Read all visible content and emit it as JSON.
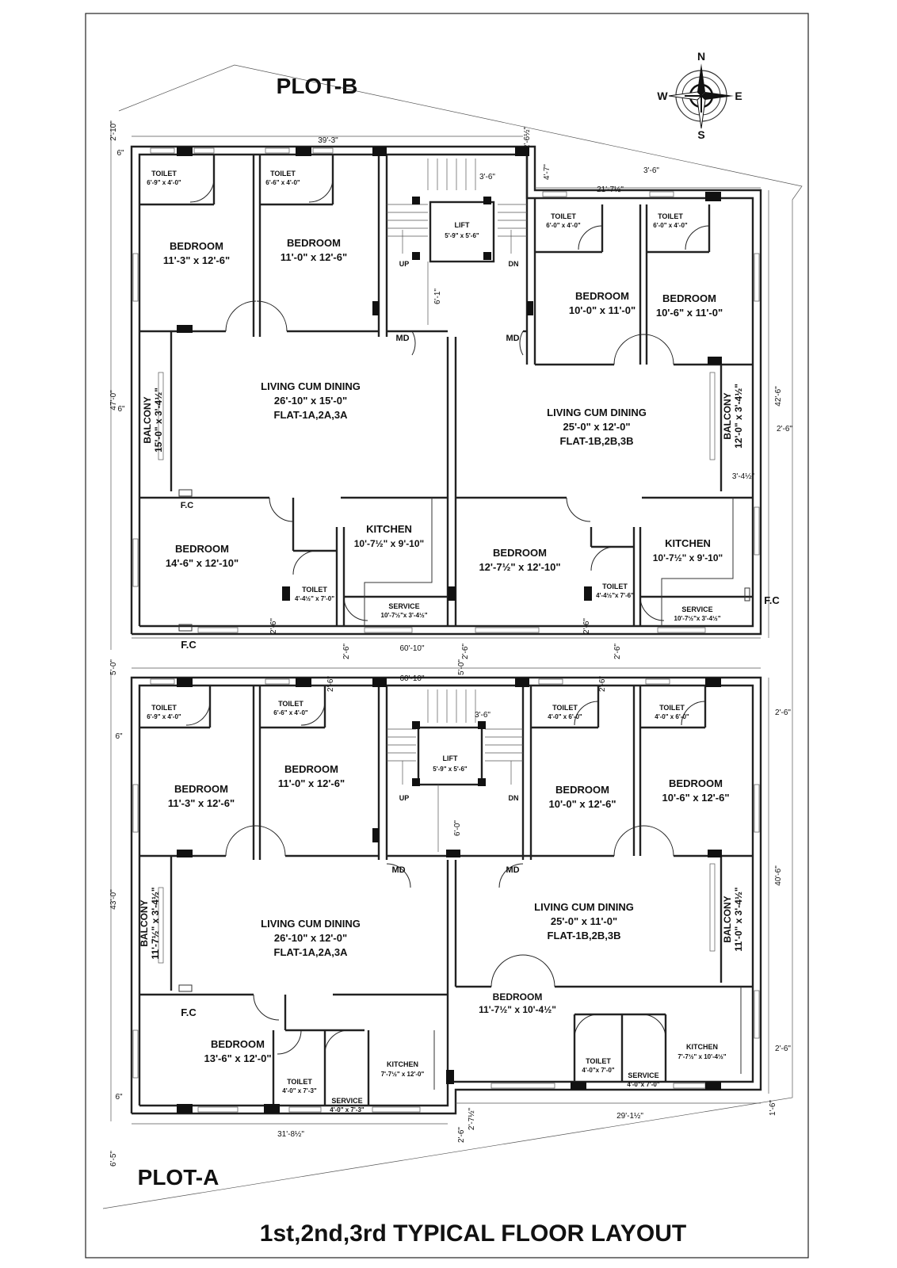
{
  "title": "1st,2nd,3rd TYPICAL FLOOR LAYOUT",
  "plots": {
    "b": "PLOT-B",
    "a": "PLOT-A"
  },
  "compass": {
    "n": "N",
    "s": "S",
    "e": "E",
    "w": "W"
  },
  "stairs": {
    "up": "UP",
    "dn": "DN",
    "md": "MD"
  },
  "fc": "F.C",
  "upper": {
    "toilet_1": {
      "name": "TOILET",
      "size": "6'-9\" x 4'-0\""
    },
    "toilet_2": {
      "name": "TOILET",
      "size": "6'-6\" x 4'-0\""
    },
    "bedroom_1": {
      "name": "BEDROOM",
      "size": "11'-3\" x 12'-6\""
    },
    "bedroom_2": {
      "name": "BEDROOM",
      "size": "11'-0\" x 12'-6\""
    },
    "lift": {
      "name": "LIFT",
      "size": "5'-9\" x 5'-6\""
    },
    "toilet_3": {
      "name": "TOILET",
      "size": "6'-0\" x 4'-0\""
    },
    "toilet_4": {
      "name": "TOILET",
      "size": "6'-0\" x 4'-0\""
    },
    "bedroom_3": {
      "name": "BEDROOM",
      "size": "10'-0\" x 11'-0\""
    },
    "bedroom_4": {
      "name": "BEDROOM",
      "size": "10'-6\" x 11'-0\""
    },
    "living_a": {
      "name": "LIVING CUM DINING",
      "size": "26'-10\" x 15'-0\"",
      "flat": "FLAT-1A,2A,3A"
    },
    "living_b": {
      "name": "LIVING CUM DINING",
      "size": "25'-0\" x 12'-0\"",
      "flat": "FLAT-1B,2B,3B"
    },
    "balcony_a": {
      "name": "BALCONY",
      "size": "15'-0\" x 3'-4½\""
    },
    "balcony_b": {
      "name": "BALCONY",
      "size": "12'-0\" x 3'-4½\""
    },
    "bedroom_5": {
      "name": "BEDROOM",
      "size": "14'-6\" x 12'-10\""
    },
    "kitchen_a": {
      "name": "KITCHEN",
      "size": "10'-7½\" x 9'-10\""
    },
    "toilet_5": {
      "name": "TOILET",
      "size": "4'-4½\" x 7'-0\""
    },
    "service_a": {
      "name": "SERVICE",
      "size": "10'-7½\"x 3'-4½\""
    },
    "bedroom_6": {
      "name": "BEDROOM",
      "size": "12'-7½\" x 12'-10\""
    },
    "kitchen_b": {
      "name": "KITCHEN",
      "size": "10'-7½\" x 9'-10\""
    },
    "toilet_6": {
      "name": "TOILET",
      "size": "4'-4½\"x 7'-6\""
    },
    "service_b": {
      "name": "SERVICE",
      "size": "10'-7½\"x 3'-4½\""
    }
  },
  "lower": {
    "toilet_1": {
      "name": "TOILET",
      "size": "6'-9\" x 4'-0\""
    },
    "toilet_2": {
      "name": "TOILET",
      "size": "6'-6\" x 4'-0\""
    },
    "bedroom_1": {
      "name": "BEDROOM",
      "size": "11'-3\" x 12'-6\""
    },
    "bedroom_2": {
      "name": "BEDROOM",
      "size": "11'-0\" x 12'-6\""
    },
    "lift": {
      "name": "LIFT",
      "size": "5'-9\" x 5'-6\""
    },
    "toilet_3": {
      "name": "TOILET",
      "size": "4'-0\" x 6'-0\""
    },
    "toilet_4": {
      "name": "TOILET",
      "size": "4'-0\" x 6'-0\""
    },
    "bedroom_3": {
      "name": "BEDROOM",
      "size": "10'-0\" x 12'-6\""
    },
    "bedroom_4": {
      "name": "BEDROOM",
      "size": "10'-6\" x 12'-6\""
    },
    "living_a": {
      "name": "LIVING CUM DINING",
      "size": "26'-10\" x 12'-0\"",
      "flat": "FLAT-1A,2A,3A"
    },
    "living_b": {
      "name": "LIVING CUM DINING",
      "size": "25'-0\" x 11'-0\"",
      "flat": "FLAT-1B,2B,3B"
    },
    "balcony_a": {
      "name": "BALCONY",
      "size": "11'-7½\" x 3'-4½\""
    },
    "balcony_b": {
      "name": "BALCONY",
      "size": "11'-0\" x 3'-4½\""
    },
    "bedroom_5": {
      "name": "BEDROOM",
      "size": "13'-6\" x 12'-0\""
    },
    "toilet_5": {
      "name": "TOILET",
      "size": "4'-0\" x 7'-3\""
    },
    "service_a": {
      "name": "SERVICE",
      "size": "4'-0\" x 7'-3\""
    },
    "kitchen_a": {
      "name": "KITCHEN",
      "size": "7'-7½\" x 12'-0\""
    },
    "bedroom_6": {
      "name": "BEDROOM",
      "size": "11'-7½\" x 10'-4½\""
    },
    "toilet_6": {
      "name": "TOILET",
      "size": "4'-0\"x 7'-0\""
    },
    "service_b": {
      "name": "SERVICE",
      "size": "4'-0\"x 7'-0\""
    },
    "kitchen_b": {
      "name": "KITCHEN",
      "size": "7'-7½\" x 10'-4½\""
    }
  },
  "dimensions": {
    "top_width": "39'-3\"",
    "top_setback": "2'-10\"",
    "top_wall": "6\"",
    "stair_gap": "2'-6½\"",
    "b_setback": "4'-7\"",
    "b_width": "21'-7½\"",
    "b_offset": "3'-6\"",
    "stair_step": "3'-6\"",
    "lift_gap_upper": "6'-1\"",
    "left_height_upper": "47'-0\"",
    "left_wall_upper": "6\"",
    "right_height_upper": "42'-6\"",
    "right_offset_upper": "2'-6\"",
    "balcony_offset": "3'-4½\"",
    "middle_width_upper": "60'-10\"",
    "gap_left_upper": "2'-6\"",
    "gap_mid_upper": "2'-6\"",
    "gap_right_upper": "2'-6\"",
    "toilet_gap_upper": "2'-6\"",
    "toilet_gap_upper_b": "2'-6\"",
    "road": "5'-0\"",
    "road_mid": "5'-0\"",
    "middle_width_lower": "60'-10\"",
    "gap_left_lower": "2'-6\"",
    "gap_right_lower": "2'-6\"",
    "stair_step_lower": "3'-6\"",
    "lower_wall_top": "6\"",
    "lift_gap_lower": "6'-0\"",
    "left_height_lower": "43'-0\"",
    "right_height_lower": "40'-6\"",
    "right_offset_lower": "2'-6\"",
    "right_offset_lower_2": "2'-6\"",
    "lower_wall_bottom": "6\"",
    "bottom_small": "1'-6\"",
    "bottom_b_width": "29'-1½\"",
    "bottom_gap": "2'-7½\"",
    "bottom_a_width": "31'-8½\"",
    "bottom_gap_2": "2'-6\"",
    "bottom_setback": "6'-5\""
  }
}
